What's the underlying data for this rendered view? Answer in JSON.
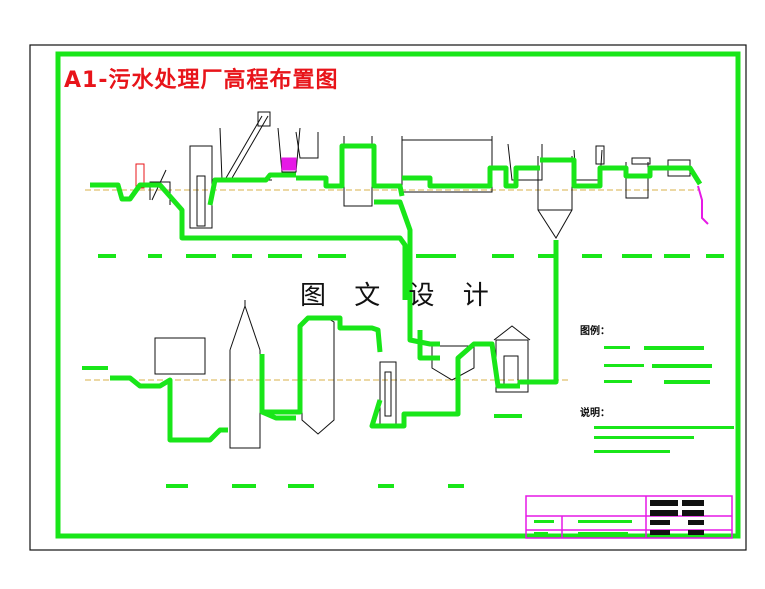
{
  "title": "A1-污水处理厂高程布置图",
  "watermark": "图 文 设 计",
  "colors": {
    "pipe": "#19e619",
    "sludge_pipe": "#e619e6",
    "title": "#e8141a",
    "ground": "#d8b24a",
    "structure": "#111111"
  },
  "legend": {
    "heading": "图例："
  },
  "notes": {
    "heading": "说明："
  }
}
